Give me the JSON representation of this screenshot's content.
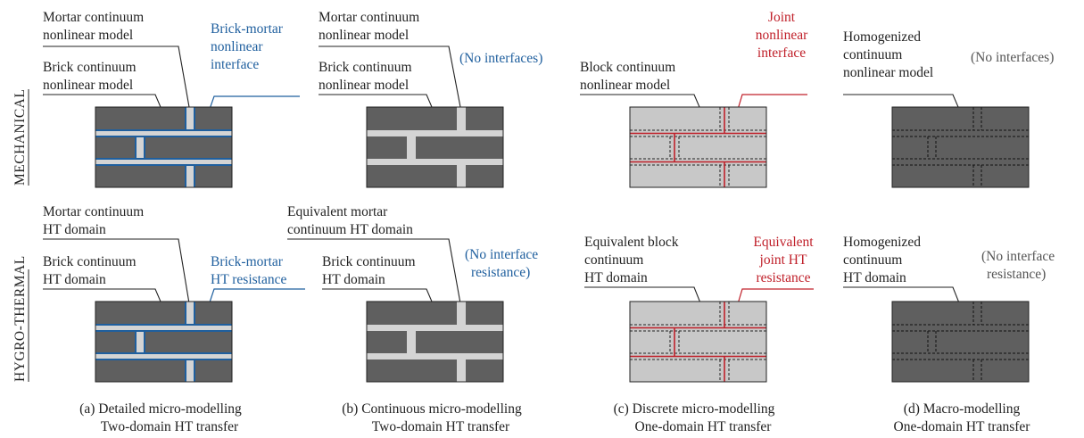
{
  "row_titles": {
    "mechanical": "MECHANICAL",
    "hygro_thermal": "HYGRO-THERMAL"
  },
  "columns": [
    {
      "id": "a",
      "caption_line1": "(a) Detailed micro-modelling",
      "caption_line2": "Two-domain HT transfer",
      "mechanical": {
        "label1": [
          "Mortar continuum",
          "nonlinear model"
        ],
        "label2": [
          "Brick continuum",
          "nonlinear model"
        ],
        "side": [
          "Brick-mortar",
          "nonlinear",
          "interface"
        ]
      },
      "hygro": {
        "label1": [
          "Mortar continuum",
          "HT domain"
        ],
        "label2": [
          "Brick continuum",
          "HT domain"
        ],
        "side": [
          "Brick-mortar",
          "HT resistance"
        ]
      }
    },
    {
      "id": "b",
      "caption_line1": "(b) Continuous micro-modelling",
      "caption_line2": "Two-domain HT transfer",
      "mechanical": {
        "label1": [
          "Mortar continuum",
          "nonlinear model"
        ],
        "label2": [
          "Brick continuum",
          "nonlinear model"
        ],
        "side": [
          "(No interfaces)"
        ]
      },
      "hygro": {
        "label1": [
          "Equivalent mortar",
          "continuum HT domain"
        ],
        "label2": [
          "Brick continuum",
          "HT domain"
        ],
        "side": [
          "(No interface",
          "resistance)"
        ]
      }
    },
    {
      "id": "c",
      "caption_line1": "(c) Discrete micro-modelling",
      "caption_line2": "One-domain HT transfer",
      "mechanical": {
        "label1": [
          "Block continuum",
          "nonlinear model"
        ],
        "side": [
          "Joint",
          "nonlinear",
          "interface"
        ]
      },
      "hygro": {
        "label1": [
          "Equivalent block",
          "continuum",
          "HT domain"
        ],
        "side": [
          "Equivalent",
          "joint HT",
          "resistance"
        ]
      }
    },
    {
      "id": "d",
      "caption_line1": "(d) Macro-modelling",
      "caption_line2": "One-domain HT transfer",
      "mechanical": {
        "label1": [
          "Homogenized",
          "continuum",
          "nonlinear model"
        ],
        "side": [
          "(No interfaces)"
        ]
      },
      "hygro": {
        "label1": [
          "Homogenized",
          "continuum",
          "HT domain"
        ],
        "side": [
          "(No interface",
          "resistance)"
        ]
      }
    }
  ],
  "colors": {
    "brick": "#5f5f5f",
    "mortar": "#d4d4d4",
    "block": "#c8c8c8",
    "interface_blue": "#1f5f9e",
    "joint_red": "#c0202a",
    "outline": "#222222",
    "label_blue": "#1f5f9e",
    "label_red": "#c0202a",
    "label_gray": "#555555"
  }
}
